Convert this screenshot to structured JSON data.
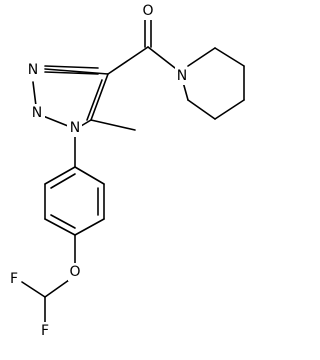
{
  "molecule": {
    "atoms": {
      "o_carbonyl": "O",
      "n_piperidine": "N",
      "n_triazole_1": "N",
      "n_triazole_2": "N",
      "n_triazole_3": "N",
      "o_ether": "O",
      "f_1": "F",
      "f_2": "F"
    }
  }
}
